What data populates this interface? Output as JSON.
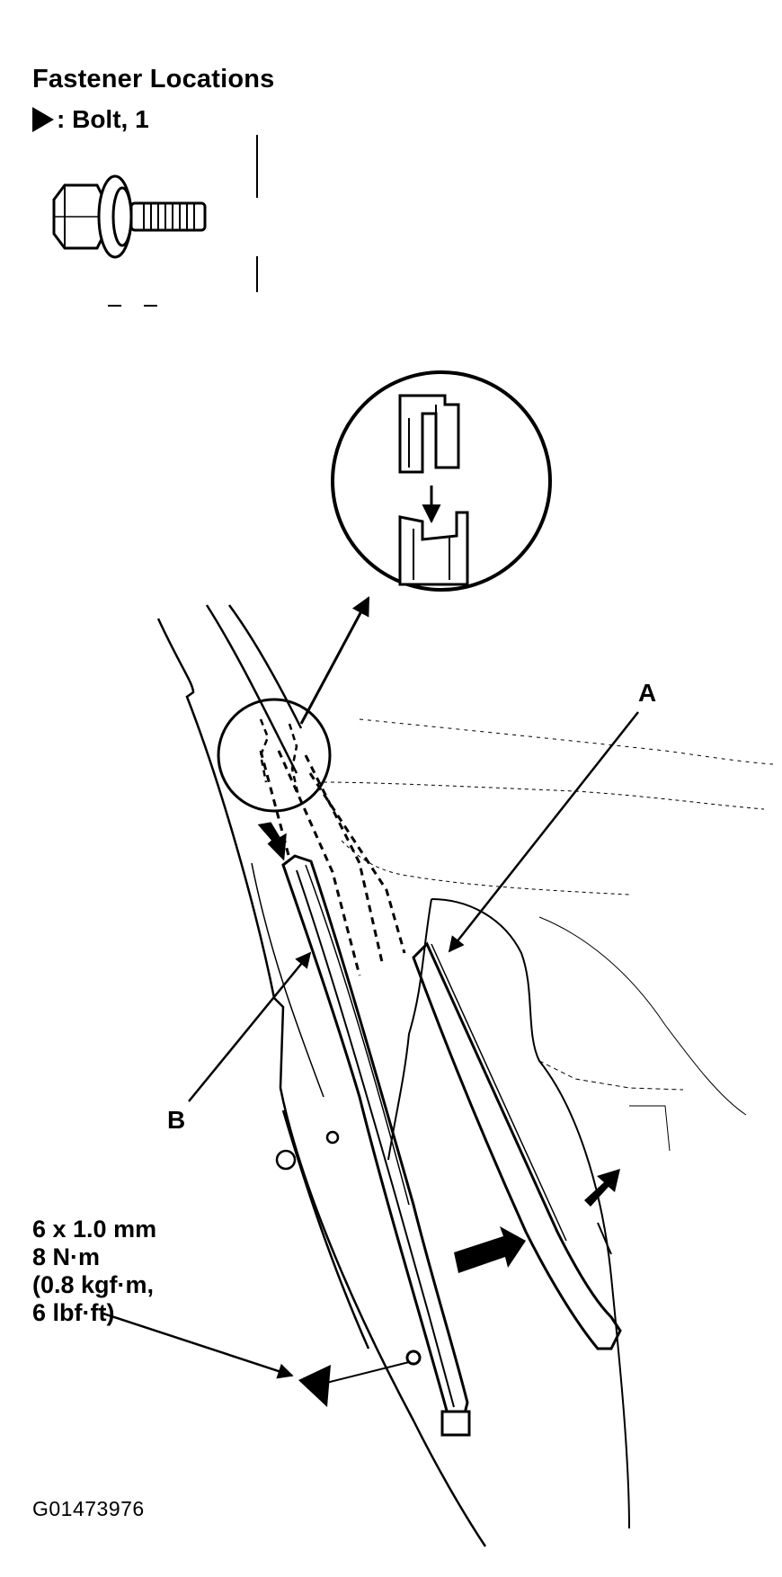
{
  "header": {
    "title": "Fastener Locations",
    "key_text": ": Bolt, 1"
  },
  "callouts": {
    "a": "A",
    "b": "B"
  },
  "torque_spec": {
    "line1": "6 x 1.0 mm",
    "line2": "8 N·m",
    "line3": "(0.8 kgf·m,",
    "line4": "6 lbf·ft)"
  },
  "figure_id": "G01473976",
  "icons": {
    "key_marker": "triangle-pointer-icon",
    "bolt": "flange-bolt-icon",
    "bolt_marker": "triangle-pointer-icon"
  }
}
